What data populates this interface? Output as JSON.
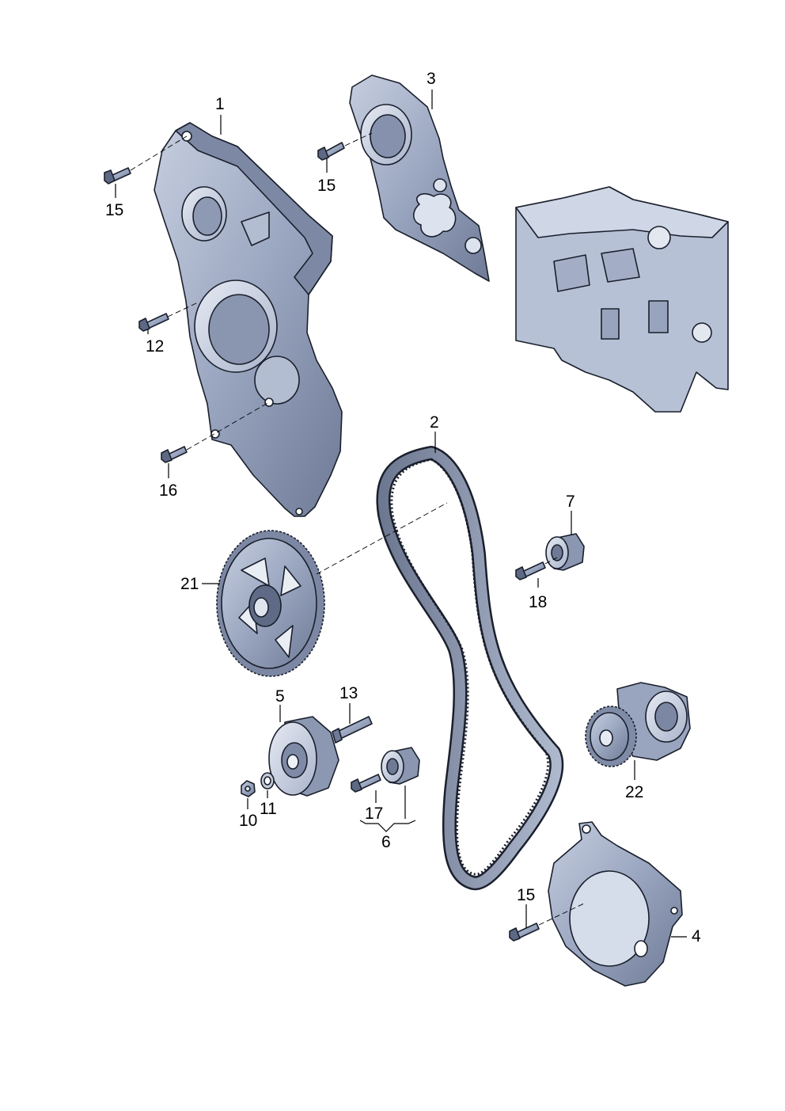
{
  "parts_diagram": {
    "accent_color": "#8f9cb8",
    "light_color": "#d3dae8",
    "shadow_color": "#5a6580",
    "callouts": {
      "c1": "1",
      "c2": "2",
      "c3": "3",
      "c4": "4",
      "c5": "5",
      "c6": "6",
      "c7": "7",
      "c10": "10",
      "c11": "11",
      "c12": "12",
      "c13": "13",
      "c15a": "15",
      "c15b": "15",
      "c15c": "15",
      "c16": "16",
      "c17": "17",
      "c18": "18",
      "c21": "21",
      "c22": "22"
    }
  }
}
